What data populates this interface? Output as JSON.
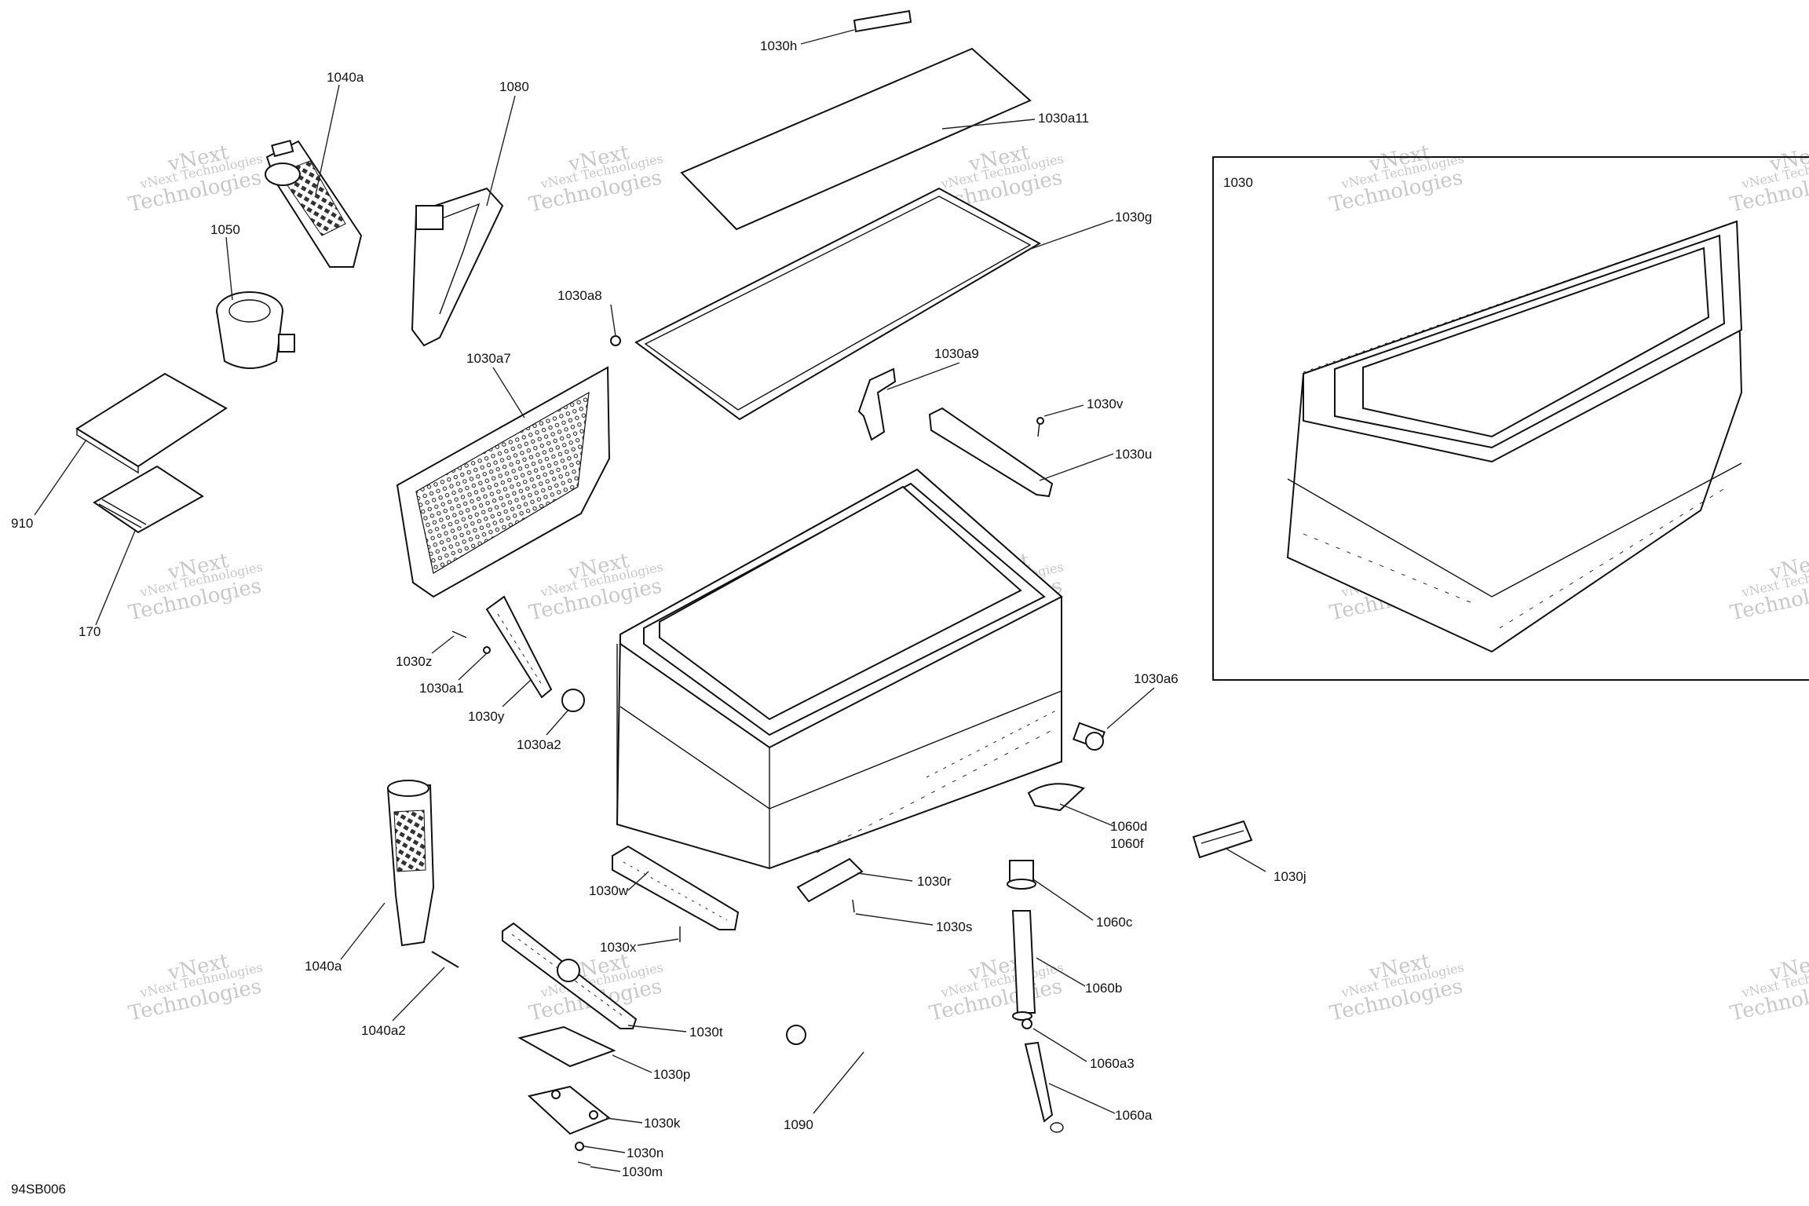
{
  "diagram": {
    "code": "94SB006",
    "inset_label": "1030",
    "watermark": {
      "line1": "vNext Technologies",
      "line2": "vNext",
      "line3": "Technologies"
    },
    "callouts": [
      {
        "id": "1030h",
        "text": "1030h"
      },
      {
        "id": "1030a11",
        "text": "1030a11"
      },
      {
        "id": "1030g",
        "text": "1030g"
      },
      {
        "id": "1040a_top",
        "text": "1040a"
      },
      {
        "id": "1080",
        "text": "1080"
      },
      {
        "id": "1050",
        "text": "1050"
      },
      {
        "id": "1030a8",
        "text": "1030a8"
      },
      {
        "id": "1030a7",
        "text": "1030a7"
      },
      {
        "id": "1030a9",
        "text": "1030a9"
      },
      {
        "id": "1030v",
        "text": "1030v"
      },
      {
        "id": "1030u",
        "text": "1030u"
      },
      {
        "id": "910",
        "text": "910"
      },
      {
        "id": "170",
        "text": "170"
      },
      {
        "id": "1030z",
        "text": "1030z"
      },
      {
        "id": "1030a1",
        "text": "1030a1"
      },
      {
        "id": "1030y",
        "text": "1030y"
      },
      {
        "id": "1030a2",
        "text": "1030a2"
      },
      {
        "id": "1030a6",
        "text": "1030a6"
      },
      {
        "id": "1060d",
        "text": "1060d"
      },
      {
        "id": "1060f",
        "text": "1060f"
      },
      {
        "id": "1030j",
        "text": "1030j"
      },
      {
        "id": "1030w",
        "text": "1030w"
      },
      {
        "id": "1030r",
        "text": "1030r"
      },
      {
        "id": "1030s",
        "text": "1030s"
      },
      {
        "id": "1030x",
        "text": "1030x"
      },
      {
        "id": "1060c",
        "text": "1060c"
      },
      {
        "id": "1040a_bottom",
        "text": "1040a"
      },
      {
        "id": "1060b",
        "text": "1060b"
      },
      {
        "id": "1040a2",
        "text": "1040a2"
      },
      {
        "id": "1030t",
        "text": "1030t"
      },
      {
        "id": "1060a3",
        "text": "1060a3"
      },
      {
        "id": "1030p",
        "text": "1030p"
      },
      {
        "id": "1060a",
        "text": "1060a"
      },
      {
        "id": "1030k",
        "text": "1030k"
      },
      {
        "id": "1090",
        "text": "1090"
      },
      {
        "id": "1030n",
        "text": "1030n"
      },
      {
        "id": "1030m",
        "text": "1030m"
      }
    ]
  }
}
